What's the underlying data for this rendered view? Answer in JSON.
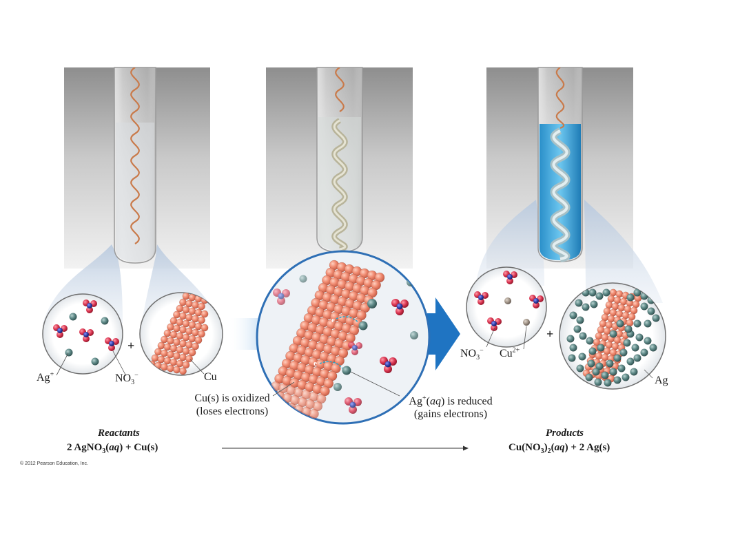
{
  "reactant_labels": {
    "ag_ion": "Ag",
    "ag_ion_charge": "+",
    "nitrate": "NO",
    "nitrate_sub": "3",
    "nitrate_charge": "−",
    "copper": "Cu",
    "plus": "+"
  },
  "middle_labels": {
    "electron": "e",
    "oxidized_line1": "Cu(s) is oxidized",
    "oxidized_line2": "(loses electrons)",
    "reduced_prefix": "Ag",
    "reduced_charge": "+",
    "reduced_open": "(",
    "reduced_state": "aq",
    "reduced_suffix": ") is reduced",
    "reduced_line2": "(gains electrons)"
  },
  "product_labels": {
    "nitrate": "NO",
    "nitrate_sub": "3",
    "nitrate_charge": "−",
    "cu_ion": "Cu",
    "cu_ion_charge": "2+",
    "plus": "+",
    "silver": "Ag"
  },
  "equation": {
    "reactants_heading": "Reactants",
    "reactants_coef": "2 AgNO",
    "reactants_sub": "3",
    "reactants_open": "(",
    "reactants_state": "aq",
    "reactants_tail": ") + Cu(s)",
    "products_heading": "Products",
    "products_main": "Cu(NO",
    "products_sub": "3",
    "products_close": ")",
    "products_sub2": "2",
    "products_open": "(",
    "products_state": "aq",
    "products_tail": ") + 2 Ag(s)"
  },
  "copyright": "© 2012 Pearson Education, Inc.",
  "colors": {
    "copper_sphere": "#f08a70",
    "silver_sphere": "#5f8a88",
    "oxygen": "#d8334f",
    "nitrogen": "#2f3fa8",
    "blue_solution": "#3aa6d8",
    "arrow_blue": "#1f74c2",
    "glow_blue": "#a9cdee"
  }
}
